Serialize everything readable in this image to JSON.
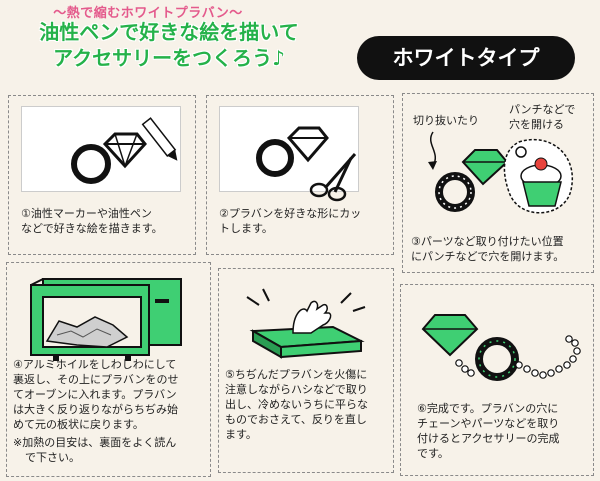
{
  "header": {
    "subtitle": "〜熱で縮むホワイトプラバン〜",
    "headline_line1": "油性ペンで好きな絵を描いて",
    "headline_line2": "アクセサリーをつくろう♪",
    "type_badge": "ホワイトタイプ"
  },
  "steps": [
    {
      "caption_line1": "①油性マーカーや油性ペン",
      "caption_line2": "などで好きな絵を描きます。"
    },
    {
      "caption_line1": "②プラバンを好きな形にカッ",
      "caption_line2": "トします。"
    },
    {
      "label_cut": "切り抜いたり",
      "label_punch_line1": "パンチなどで",
      "label_punch_line2": "穴を開ける",
      "caption_line1": "③パーツなど取り付けたい位置",
      "caption_line2": "にパンチなどで穴を開けます。"
    },
    {
      "caption_lines": [
        "④アルミホイルをしわしわにして",
        "裏返し、その上にプラバンをのせ",
        "てオーブンに入れます。プラバン",
        "は大きく反り返りながらちぢみ始",
        "めて元の板状に戻ります。"
      ],
      "note_line1": "※加熱の目安は、裏面をよく読ん",
      "note_line2": "で下さい。"
    },
    {
      "caption_lines": [
        "⑤ちぢんだプラバンを火傷に",
        "注意しながらハシなどで取り",
        "出し、冷めないうちに平らな",
        "ものでおさえて、反りを直し",
        "ます。"
      ]
    },
    {
      "caption_lines": [
        "⑥完成です。プラバンの穴に",
        "チェーンやパーツなどを取り",
        "付けるとアクセサリーの完成",
        "です。"
      ]
    }
  ],
  "colors": {
    "green": "#3fcf73",
    "pink_title": "#e45a8c",
    "headline_green": "#25b24a",
    "badge": "#111111"
  }
}
